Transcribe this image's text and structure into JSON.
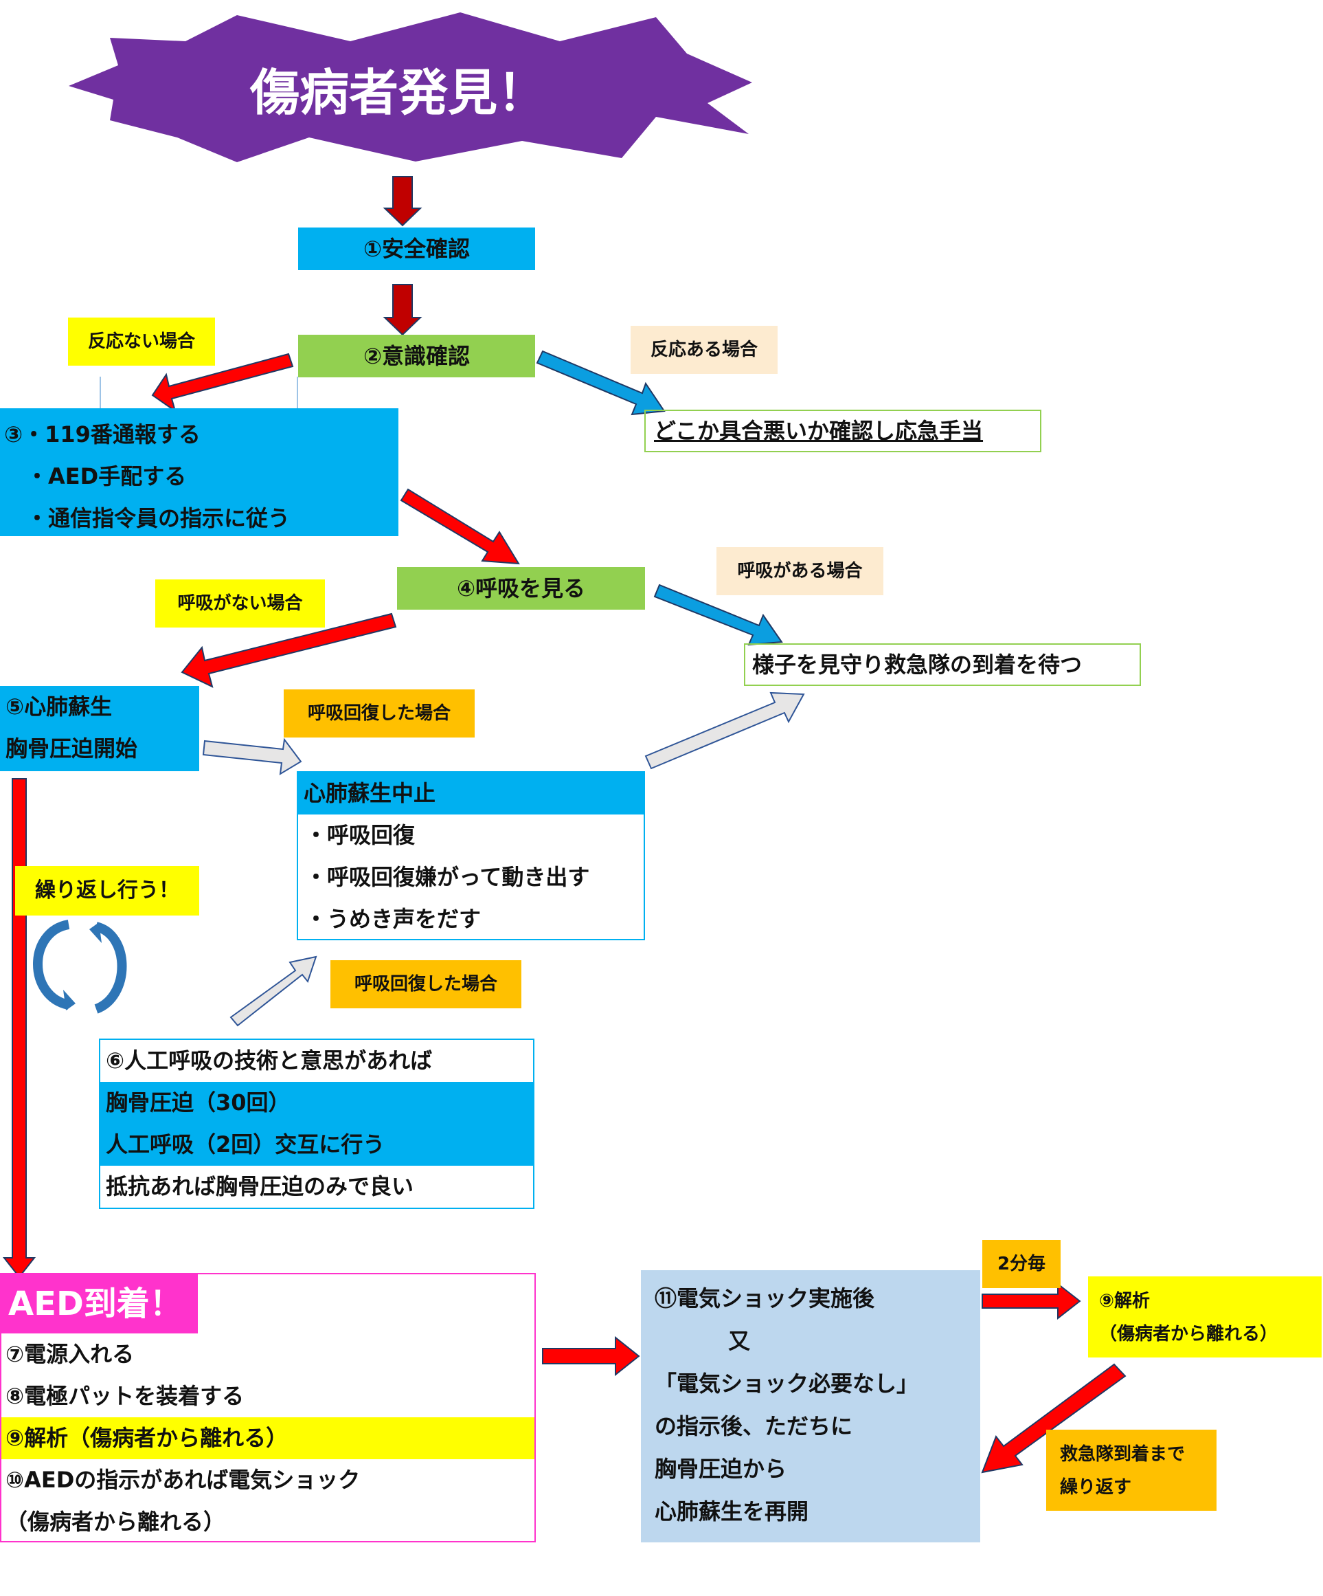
{
  "colors": {
    "purple": "#7030a0",
    "blue": "#00b0f0",
    "green": "#92d050",
    "yellow": "#ffff00",
    "peach": "#fdebd0",
    "orange": "#ffc000",
    "magenta": "#ff33cc",
    "light_blue": "#bdd7ee",
    "red_arrow": "#ff0000",
    "blue_arrow": "#0b9ee0"
  },
  "title": "傷病者発見！",
  "step1": "①安全確認",
  "step2": "②意識確認",
  "label_no_response": "反応ない場合",
  "label_response": "反応ある場合",
  "response_action": "どこか具合悪いか確認し応急手当",
  "step3": [
    "③・119番通報する",
    "　・AED手配する",
    "　・通信指令員の指示に従う"
  ],
  "step4": "④呼吸を見る",
  "label_breathing": "呼吸がある場合",
  "label_no_breathing": "呼吸がない場合",
  "breathing_action": "様子を見守り救急隊の到着を待つ",
  "step5": [
    "⑤心肺蘇生",
    "胸骨圧迫開始"
  ],
  "label_recovered_1": "呼吸回復した場合",
  "cpr_stop": {
    "header": "心肺蘇生中止",
    "items": [
      "・呼吸回復",
      "・呼吸回復嫌がって動き出す",
      "・うめき声をだす"
    ]
  },
  "label_repeat": "繰り返し行う！",
  "label_recovered_2": "呼吸回復した場合",
  "step6": {
    "header": "⑥人工呼吸の技術と意思があれば",
    "highlight": [
      "胸骨圧迫（30回）",
      "人工呼吸（2回）交互に行う"
    ],
    "footer": "抵抗あれば胸骨圧迫のみで良い"
  },
  "aed": {
    "title": "AED到着！",
    "step7": "⑦電源入れる",
    "step8": "⑧電極パットを装着する",
    "step9": "⑨解析（傷病者から離れる）",
    "step10": "⑩AEDの指示があれば電気ショック",
    "step10b": "（傷病者から離れる）"
  },
  "step11": [
    "⑪電気ショック実施後",
    "　　　 又",
    "「電気ショック必要なし」",
    "の指示後、ただちに",
    "胸骨圧迫から",
    "心肺蘇生を再開"
  ],
  "label_every_2min": "2分毎",
  "analysis_box": [
    "⑨解析",
    "（傷病者から離れる）"
  ],
  "label_repeat_until": [
    "救急隊到着まで",
    "繰り返す"
  ]
}
